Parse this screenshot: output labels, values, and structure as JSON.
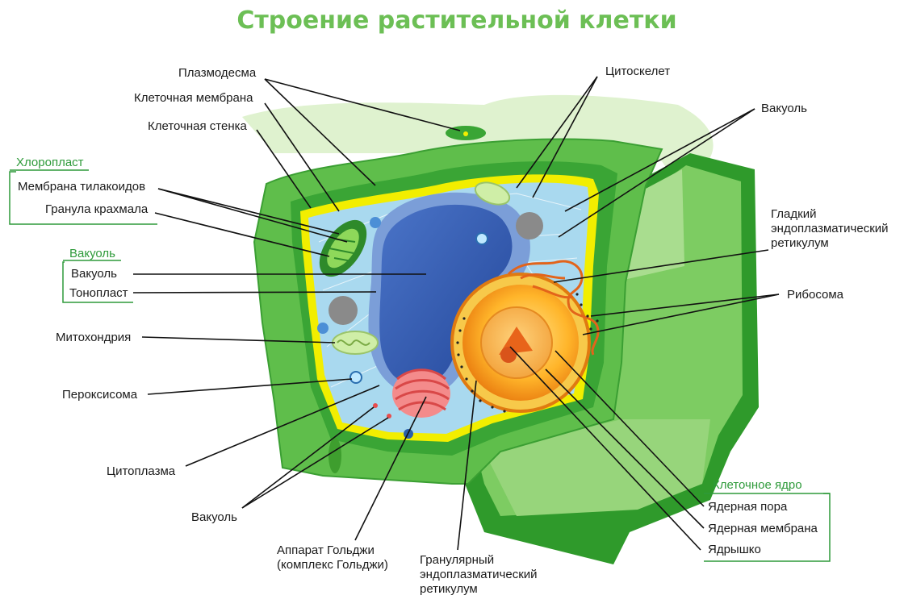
{
  "title": "Строение растительной клетки",
  "labels": {
    "plasmodesma": "Плазмодесма",
    "cell_membrane": "Клеточная мембрана",
    "cell_wall": "Клеточная стенка",
    "thylakoid_membrane": "Мембрана тилакоидов",
    "starch_granule": "Гранула крахмала",
    "vacuole_left": "Вакуоль",
    "tonoplast": "Тонопласт",
    "mitochondrion": "Митохондрия",
    "peroxisome": "Пероксисома",
    "cytoplasm": "Цитоплазма",
    "vacuole_bottom": "Вакуоль",
    "golgi_line1": "Аппарат Гольджи",
    "golgi_line2": "(комплекс Гольджи)",
    "rough_er_line1": "Гранулярный",
    "rough_er_line2": "эндоплазматический",
    "rough_er_line3": "ретикулум",
    "cytoskeleton": "Цитоскелет",
    "vacuole_top_right": "Вакуоль",
    "smooth_er_line1": "Гладкий",
    "smooth_er_line2": "эндоплазматический",
    "smooth_er_line3": "ретикулум",
    "ribosome": "Рибосома",
    "nuclear_pore": "Ядерная пора",
    "nuclear_membrane": "Ядерная мембрана",
    "nucleolus": "Ядрышко"
  },
  "groups": {
    "chloroplast": "Хлоропласт",
    "vacuole": "Вакуоль",
    "nucleus": "Клеточное ядро"
  },
  "colors": {
    "title": "#6cbf55",
    "cell_wall": "#5fbe4b",
    "cell_wall_dark": "#2f9a2b",
    "membrane": "#f2ee00",
    "cytoplasm": "#a9d9ef",
    "vacuole": "#2e56a8",
    "nucleus_outer": "#f2a51c",
    "nucleolus": "#e8641a",
    "golgi": "#f06a6a",
    "group_label": "#2e9a3a"
  }
}
